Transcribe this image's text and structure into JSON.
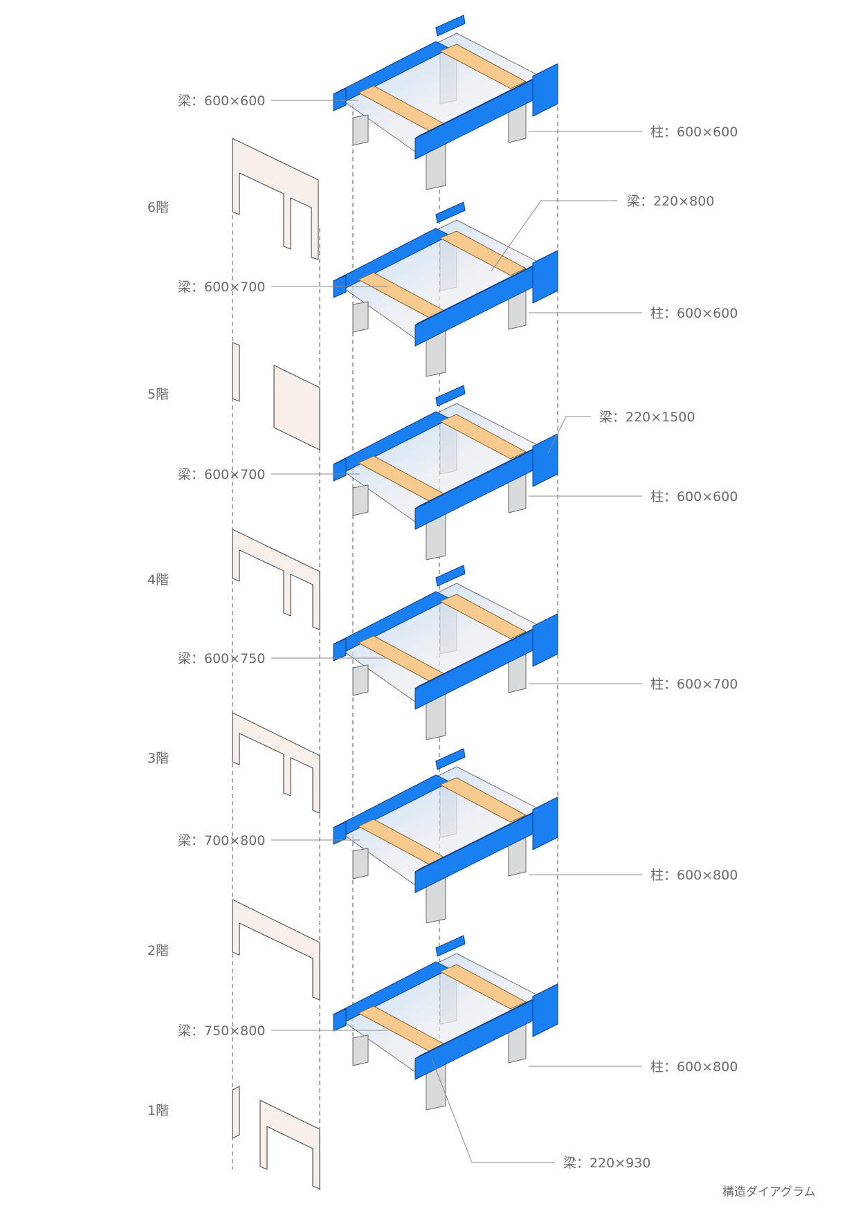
{
  "caption": "構造ダイアグラム",
  "floors": [
    "6階",
    "5階",
    "4階",
    "3階",
    "2階",
    "1階"
  ],
  "labels": {
    "beam_6": "梁：600×600",
    "column_6": "柱：600×600",
    "beam_sub_5": "梁：220×800",
    "beam_5": "梁：600×700",
    "column_5": "柱：600×600",
    "beam_sub_4": "梁：220×1500",
    "beam_4": "梁：600×700",
    "column_4": "柱：600×600",
    "beam_3": "梁：600×750",
    "column_3": "柱：600×700",
    "beam_2": "梁：700×800",
    "column_2": "柱：600×800",
    "beam_1": "梁：750×800",
    "column_1": "柱：600×800",
    "beam_sub_1": "梁：220×930"
  },
  "colors": {
    "main_beam": "#1a7ff0",
    "main_beam_dark": "#0f5fcc",
    "sub_beam": "#f6c98f",
    "slab": "#e9ebee",
    "column": "#d9dadc",
    "wall": "#f7efe9",
    "leader": "#8a8a8a",
    "text": "#6b6b6b"
  }
}
